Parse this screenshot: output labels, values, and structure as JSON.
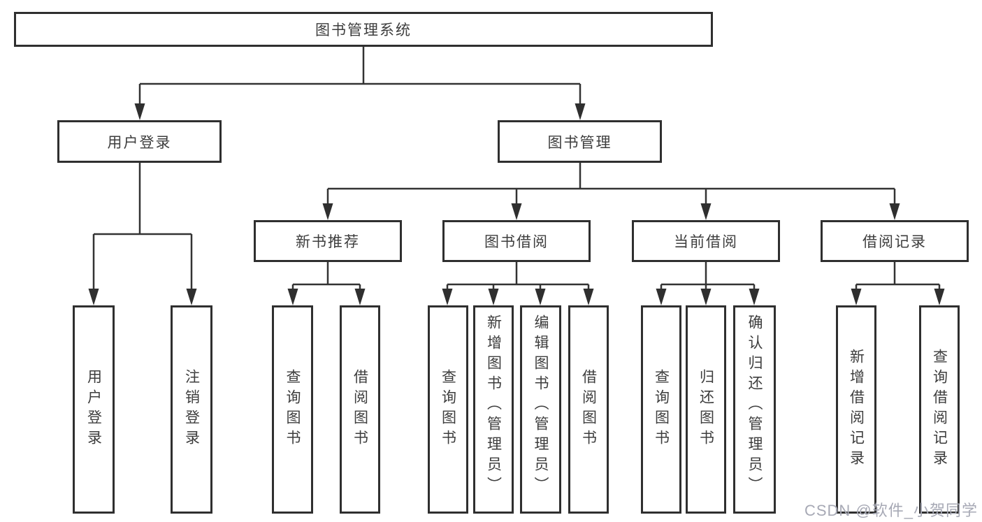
{
  "tree": {
    "root": {
      "label": "图书管理系统"
    },
    "branches": [
      {
        "label": "用户登录",
        "children": [
          {
            "label": "用户登录"
          },
          {
            "label": "注销登录"
          }
        ]
      },
      {
        "label": "图书管理",
        "groups": [
          {
            "label": "新书推荐",
            "children": [
              {
                "label": "查询图书"
              },
              {
                "label": "借阅图书"
              }
            ]
          },
          {
            "label": "图书借阅",
            "children": [
              {
                "label": "查询图书"
              },
              {
                "label": "新增图书（管理员）"
              },
              {
                "label": "编辑图书（管理员）"
              },
              {
                "label": "借阅图书"
              }
            ]
          },
          {
            "label": "当前借阅",
            "children": [
              {
                "label": "查询图书"
              },
              {
                "label": "归还图书"
              },
              {
                "label": "确认归还（管理员）"
              }
            ]
          },
          {
            "label": "借阅记录",
            "children": [
              {
                "label": "新增借阅记录"
              },
              {
                "label": "查询借阅记录"
              }
            ]
          }
        ]
      }
    ]
  },
  "watermark": {
    "text": "CSDN @软件_小贺同学"
  },
  "colors": {
    "line": "#333333",
    "border": "#2f2f2f",
    "text": "#3d3d3d",
    "watermark": "#a7a9b5",
    "background": "#ffffff"
  }
}
